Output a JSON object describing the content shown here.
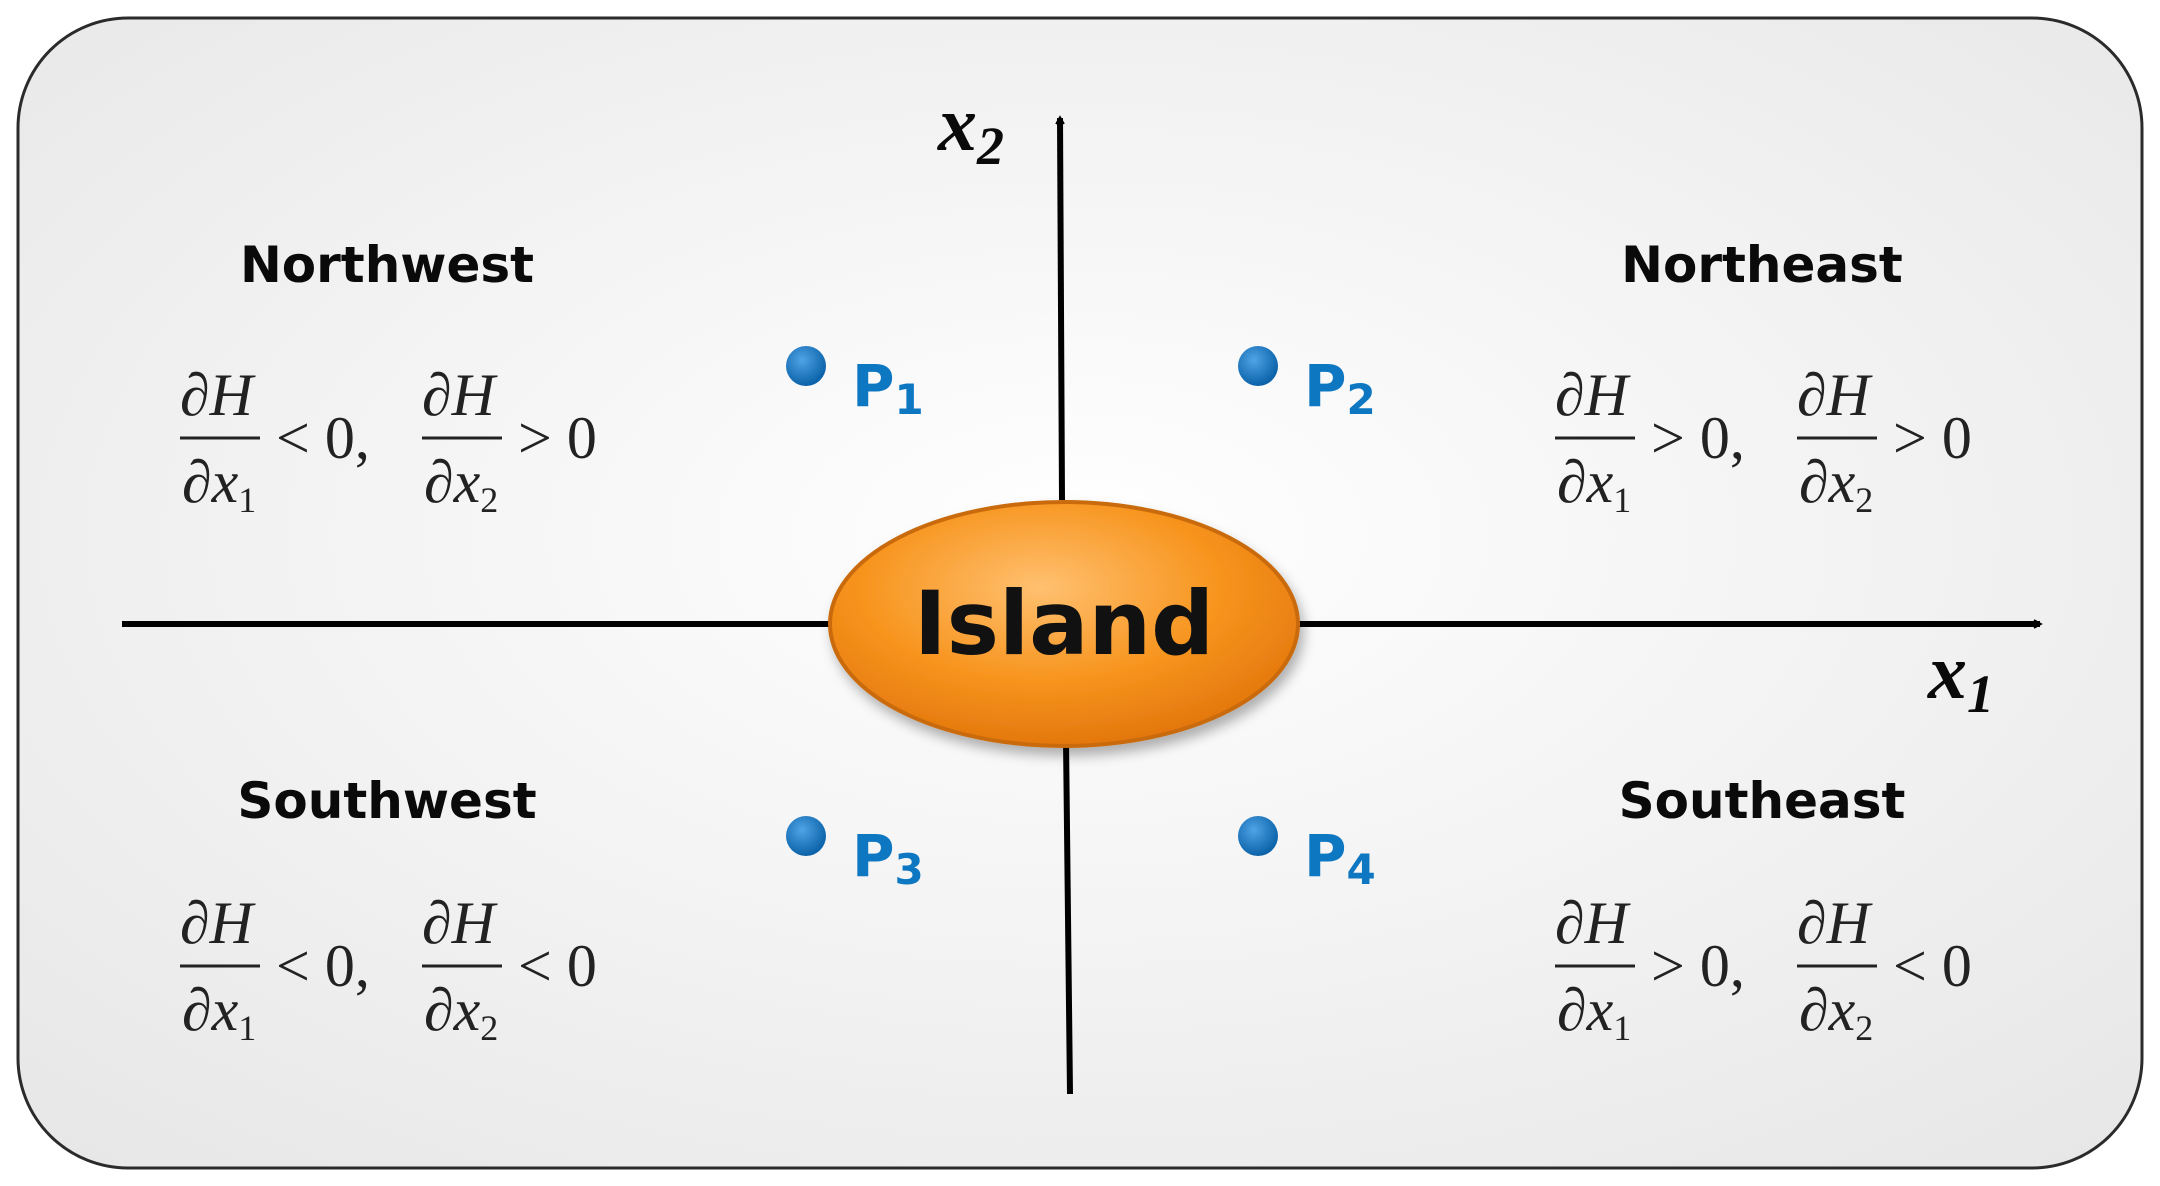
{
  "axes": {
    "x_label": "x",
    "x_sub": "1",
    "y_label": "x",
    "y_sub": "2"
  },
  "island": {
    "label": "Island"
  },
  "quadrants": {
    "northwest": {
      "title": "Northwest",
      "cond1": {
        "partial": "∂",
        "num": "H",
        "den": "x",
        "den_sub": "1",
        "rel": "< 0,"
      },
      "cond2": {
        "partial": "∂",
        "num": "H",
        "den": "x",
        "den_sub": "2",
        "rel": "> 0"
      }
    },
    "northeast": {
      "title": "Northeast",
      "cond1": {
        "partial": "∂",
        "num": "H",
        "den": "x",
        "den_sub": "1",
        "rel": "> 0,"
      },
      "cond2": {
        "partial": "∂",
        "num": "H",
        "den": "x",
        "den_sub": "2",
        "rel": "> 0"
      }
    },
    "southwest": {
      "title": "Southwest",
      "cond1": {
        "partial": "∂",
        "num": "H",
        "den": "x",
        "den_sub": "1",
        "rel": "< 0,"
      },
      "cond2": {
        "partial": "∂",
        "num": "H",
        "den": "x",
        "den_sub": "2",
        "rel": "< 0"
      }
    },
    "southeast": {
      "title": "Southeast",
      "cond1": {
        "partial": "∂",
        "num": "H",
        "den": "x",
        "den_sub": "1",
        "rel": "> 0,"
      },
      "cond2": {
        "partial": "∂",
        "num": "H",
        "den": "x",
        "den_sub": "2",
        "rel": "< 0"
      }
    }
  },
  "points": [
    {
      "letter": "P",
      "sub": "1"
    },
    {
      "letter": "P",
      "sub": "2"
    },
    {
      "letter": "P",
      "sub": "3"
    },
    {
      "letter": "P",
      "sub": "4"
    }
  ],
  "colors": {
    "point": "#0e77c2",
    "island_fill": "#f7941d",
    "island_stroke": "#c96a0a",
    "panel_bg": "#f2f2f2",
    "panel_border": "#2b2b2b",
    "axis": "#000000"
  }
}
